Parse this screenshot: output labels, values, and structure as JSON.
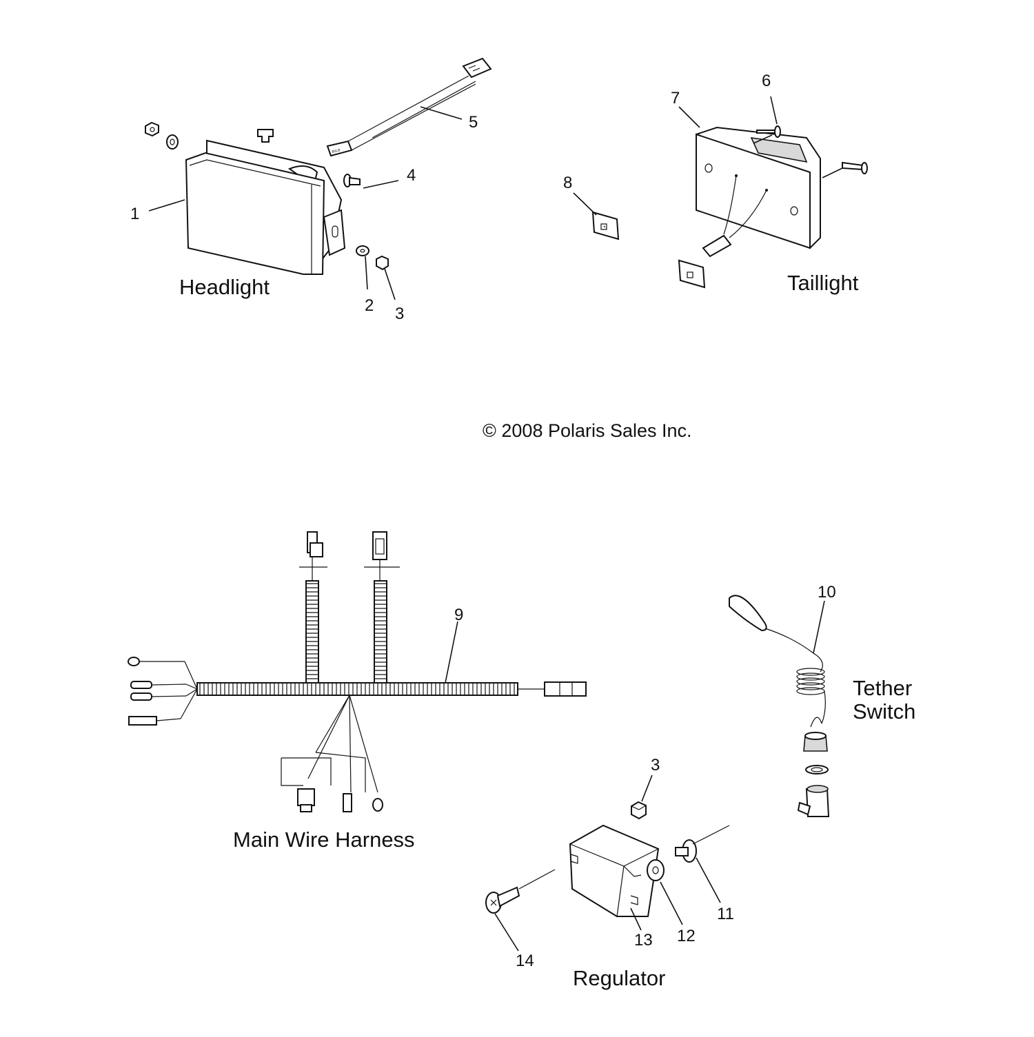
{
  "colors": {
    "background": "#ffffff",
    "ink": "#111111",
    "shade": "#d9d9d9"
  },
  "groups": {
    "headlight": "Headlight",
    "taillight": "Taillight",
    "main_wire_harness": "Main Wire Harness",
    "tether_switch_line1": "Tether",
    "tether_switch_line2": "Switch",
    "regulator": "Regulator"
  },
  "copyright": "© 2008 Polaris Sales Inc.",
  "part_labels": {
    "p1": "1",
    "p2": "2",
    "p3a": "3",
    "p4": "4",
    "p5": "5",
    "p6": "6",
    "p7": "7",
    "p8": "8",
    "p9": "9",
    "p10": "10",
    "p3b": "3",
    "p11": "11",
    "p12": "12",
    "p13": "13",
    "p14": "14"
  },
  "bulb_tag": "BULB"
}
